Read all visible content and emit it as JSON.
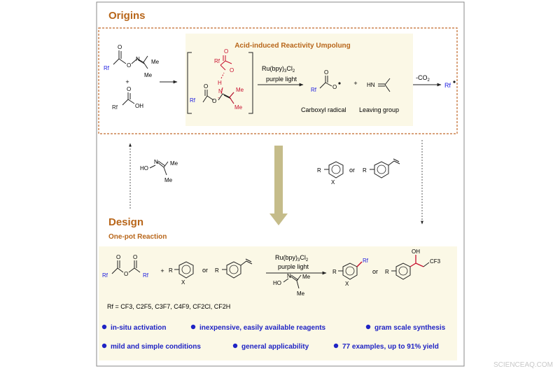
{
  "sections": {
    "origins_title": "Origins",
    "design_title": "Design",
    "design_subtitle": "One-pot Reaction"
  },
  "origins": {
    "umpolung_title": "Acid-induced Reactivity Umpolung",
    "catalyst_base": "Ru(bpy)",
    "catalyst_sub1": "3",
    "catalyst_mid": "Cl",
    "catalyst_sub2": "2",
    "condition": "purple light",
    "carboxyl_label": "Carboxyl radical",
    "leaving_label": "Leaving group",
    "decarb_label": "-CO",
    "decarb_sub": "2",
    "rf_dot": "Rf",
    "plus": "+"
  },
  "atoms": {
    "rf": "Rf",
    "o": "O",
    "oh": "OH",
    "n": "N",
    "me": "Me",
    "h": "H",
    "hn": "HN",
    "ho": "HO",
    "r": "R",
    "x": "X",
    "or": "or",
    "plus": "+",
    "cf3": "CF3",
    "minus": "-"
  },
  "design": {
    "catalyst_base": "Ru(bpy)",
    "catalyst_sub1": "3",
    "catalyst_mid": "Cl",
    "catalyst_sub2": "2",
    "condition": "purple light",
    "rf_definition": "Rf = CF3, C2F5, C3F7, C4F9, CF2Cl, CF2H"
  },
  "features": [
    "in-situ activation",
    "inexpensive, easily available reagents",
    "gram scale synthesis",
    "mild and simple conditions",
    "general applicability",
    "77 examples, up to 91% yield"
  ],
  "watermark": "SCIENCEAQ.COM",
  "colors": {
    "accent_title": "#B8661A",
    "box_bg": "#FBF8E6",
    "dashed_border": "#C0692A",
    "bullet_blue": "#1F23C4",
    "rf_blue": "#1A1AE0",
    "red_highlight": "#C8102E",
    "big_arrow": "#C5BC8A"
  }
}
